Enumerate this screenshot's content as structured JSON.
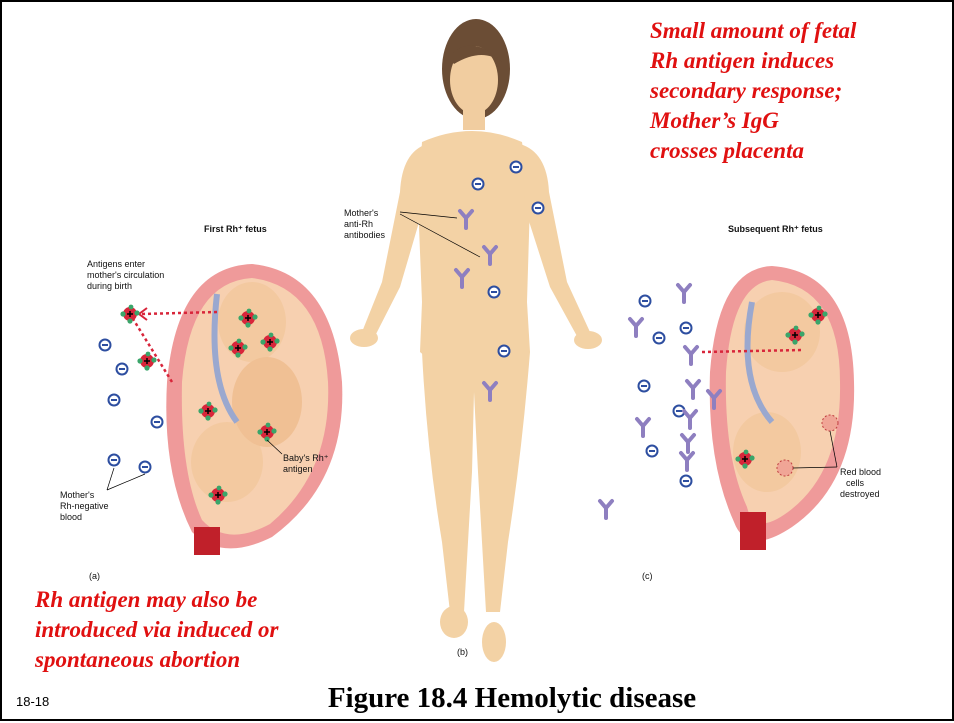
{
  "notes": {
    "top": [
      "Small amount of fetal",
      "Rh antigen induces",
      "secondary response;",
      "Mother’s IgG",
      "crosses placenta"
    ],
    "bottom": [
      "Rh antigen may also be",
      "introduced via induced or",
      "spontaneous abortion"
    ]
  },
  "panels": {
    "a": {
      "title": "First Rh⁺ fetus",
      "tag": "(a)",
      "antigens_label": [
        "Antigens enter",
        "mother's circulation",
        "during birth"
      ],
      "baby_label": [
        "Baby's Rh⁺",
        "antigen"
      ],
      "mother_blood_label": [
        "Mother's",
        "Rh-negative",
        "blood"
      ]
    },
    "b": {
      "tag": "(b)",
      "antibodies_label": [
        "Mother's",
        "anti-Rh",
        "antibodies"
      ]
    },
    "c": {
      "title": "Subsequent Rh⁺ fetus",
      "tag": "(c)",
      "destroyed_label": [
        "Red blood",
        "cells",
        "destroyed"
      ]
    }
  },
  "title": "Figure 18.4 Hemolytic disease",
  "slide_number": "18-18",
  "colors": {
    "accent_red": "#e01010",
    "skin": "#f3d2a5",
    "uterus": "#ef9a9a",
    "antibody": "#8e7fc0",
    "rh_minus": "#2d4ea0"
  }
}
